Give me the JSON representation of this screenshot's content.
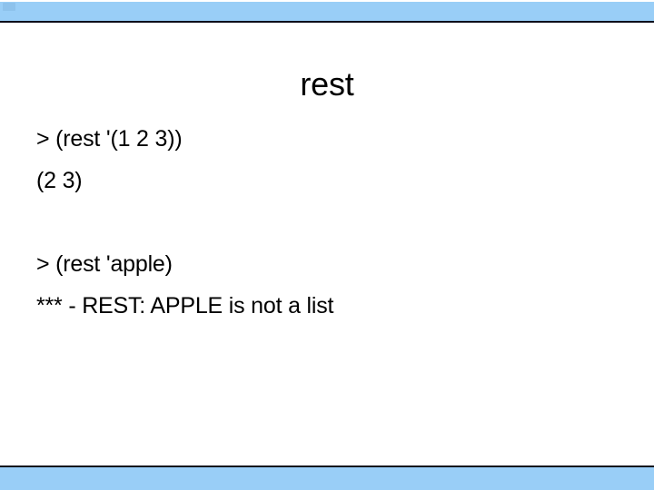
{
  "slide": {
    "title": "rest",
    "background_color": "#ffffff",
    "accent_color": "#99CEF7",
    "rule_color": "#0d0d1a",
    "text_color": "#000000"
  },
  "transcript": {
    "blocks": [
      {
        "prompt_line": "> (rest '(1 2 3))",
        "result_line": "(2 3)"
      },
      {
        "prompt_line": "> (rest 'apple)",
        "result_line": "*** - REST: APPLE is not a list"
      }
    ]
  },
  "lines": {
    "l1": "> (rest '(1 2 3))",
    "l2": "(2 3)",
    "l3": "> (rest 'apple)",
    "l4": "*** - REST: APPLE is not a list"
  }
}
